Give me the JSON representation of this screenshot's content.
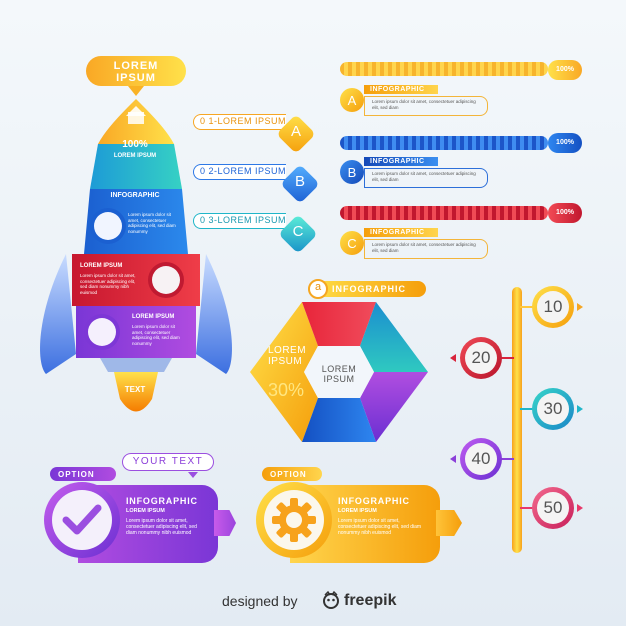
{
  "rocket": {
    "title_line1": "LOREM",
    "title_line2": "IPSUM",
    "percent": "100%",
    "band1_label": "LOREM IPSUM",
    "band2_title": "INFOGRAPHIC",
    "band2_text": "Lorem ipsum dolor sit amet, consectetuer adipiscing elit, sed diam nonummy",
    "band3_title": "LOREM IPSUM",
    "band3_text": "Lorem ipsum dolor sit amet, consectetuer adipiscing elit, sed diam nonummy nibh euismod",
    "band4_title": "LOREM IPSUM",
    "band4_text": "Lorem ipsum dolor sit amet, consectetuer adipiscing elit, sed diam nonummy",
    "flame_text": "TEXT"
  },
  "labels": [
    {
      "text": "0 1-LOREM IPSUM",
      "letter": "A"
    },
    {
      "text": "0 2-LOREM IPSUM",
      "letter": "B"
    },
    {
      "text": "0 3-LOREM IPSUM",
      "letter": "C"
    }
  ],
  "progress": [
    {
      "letter": "A",
      "title": "INFOGRAPHIC",
      "text": "Lorem ipsum dolor sit amet, consectetuer adipiscing elit, sed diam",
      "value_label": "100%",
      "value": 1.0
    },
    {
      "letter": "B",
      "title": "INFOGRAPHIC",
      "text": "Lorem ipsum dolor sit amet, consectetuer adipiscing elit, sed diam",
      "value_label": "100%",
      "value": 1.0
    },
    {
      "letter": "C",
      "title": "INFOGRAPHIC",
      "text": "Lorem ipsum dolor sit amet, consectetuer adipiscing elit, sed diam",
      "value_label": "100%",
      "value": 1.0
    }
  ],
  "hexagon": {
    "tag_letter": "a",
    "tag_text": "INFOGRAPHIC",
    "left_line1": "LOREM",
    "left_line2": "IPSUM",
    "percent": "30%",
    "center_line1": "LOREM",
    "center_line2": "IPSUM"
  },
  "timeline": {
    "values": [
      "10",
      "20",
      "30",
      "40",
      "50"
    ]
  },
  "options": [
    {
      "tag": "OPTION",
      "header": "YOUR TEXT",
      "title": "INFOGRAPHIC",
      "subtitle": "LOREM IPSUM",
      "text": "Lorem ipsum dolor sit amet, consectetuer adipiscing elit, sed diam nonummy nibh euismod"
    },
    {
      "tag": "OPTION",
      "title": "INFOGRAPHIC",
      "subtitle": "LOREM IPSUM",
      "text": "Lorem ipsum dolor sit amet, consectetuer adipiscing elit, sed diam nonummy nibh euismod"
    }
  ],
  "footer": {
    "designed_by": "designed by",
    "brand": "freepik"
  },
  "colors": {
    "yellow": "#f9c22e",
    "blue": "#1e63d6",
    "red": "#d8243c",
    "purple": "#8b3fd9",
    "cyan": "#1fb6c9"
  }
}
